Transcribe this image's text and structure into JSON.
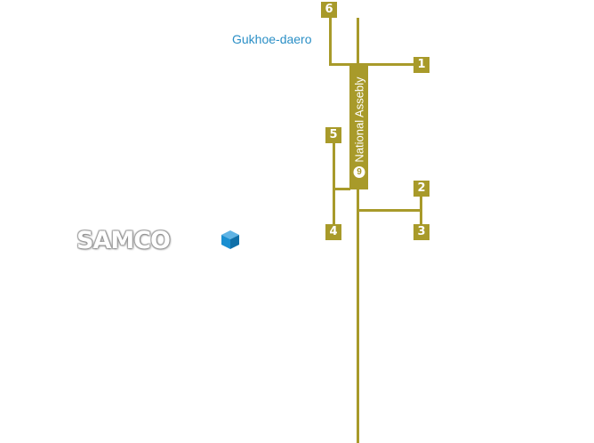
{
  "map": {
    "road_label": "Gukhoe-daero",
    "station": {
      "name": "National Assebly",
      "line_number": "9"
    },
    "exits": [
      {
        "number": "1"
      },
      {
        "number": "2"
      },
      {
        "number": "3"
      },
      {
        "number": "4"
      },
      {
        "number": "5"
      },
      {
        "number": "6"
      }
    ],
    "logo": {
      "text": "SAMCO"
    },
    "colors": {
      "line": "#a89a2a",
      "road_label": "#2b8fc6",
      "marker": "#1a8fd1"
    },
    "icons": [
      "location-cube-icon"
    ]
  }
}
